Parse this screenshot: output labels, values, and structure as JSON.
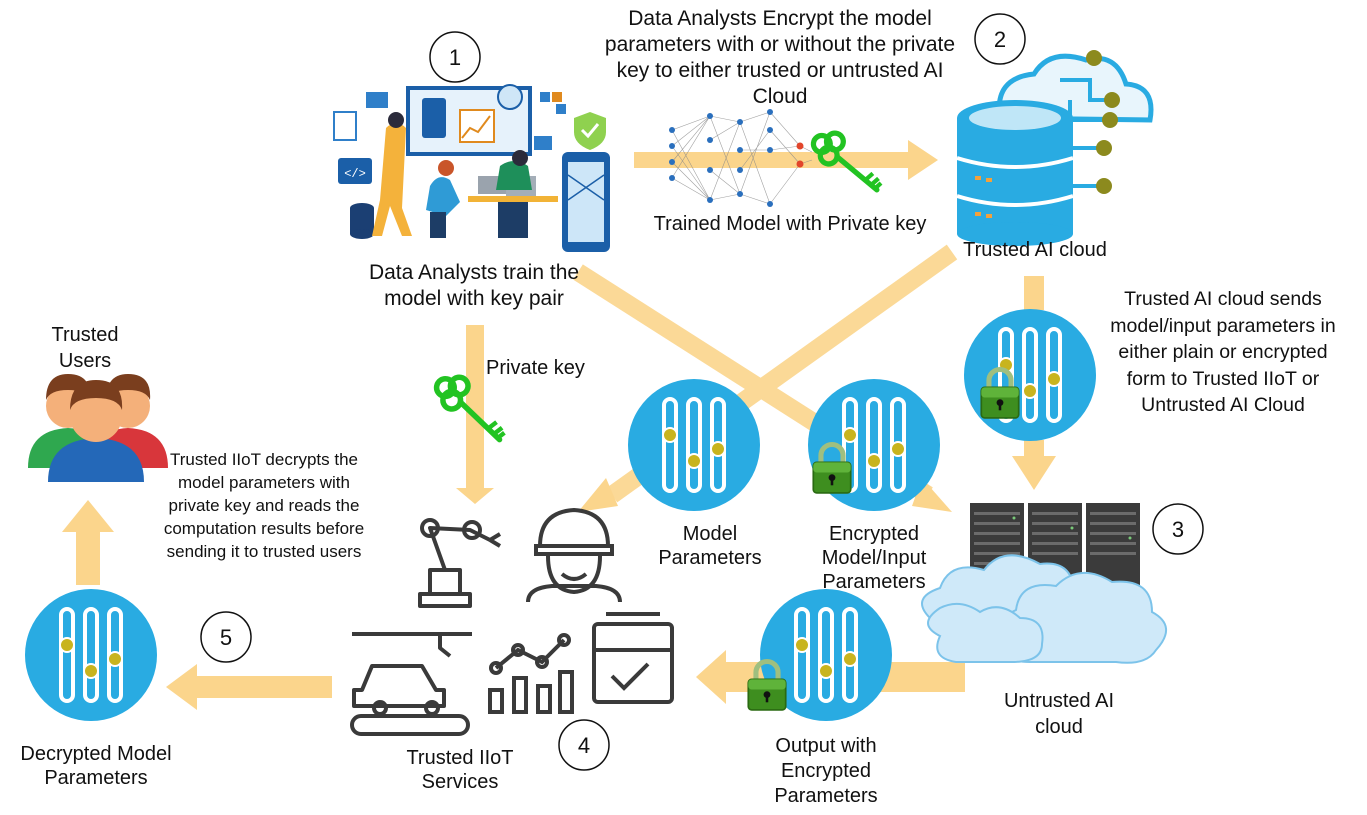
{
  "step_numbers": [
    "1",
    "2",
    "3",
    "4",
    "5"
  ],
  "labels": {
    "encrypt_note": "Data Analysts Encrypt the model parameters with or without the private key to either trusted or untrusted AI Cloud",
    "trained_model": "Trained Model with Private key",
    "trusted_cloud": "Trusted AI cloud",
    "analysts_train": "Data Analysts train the model with key pair",
    "trusted_users": "Trusted Users",
    "private_key": "Private key",
    "cloud_sends_note": "Trusted AI cloud sends model/input parameters in either plain or encrypted form to Trusted IIoT or Untrusted AI Cloud",
    "iiot_decrypts_note": "Trusted IIoT decrypts the model parameters with private key and reads the computation results before sending it to trusted users",
    "model_parameters": "Model Parameters",
    "encrypted_params": "Encrypted Model/Input Parameters",
    "untrusted_cloud": "Untrusted AI cloud",
    "decrypted_params": "Decrypted Model Parameters",
    "iiot_services": "Trusted IIoT Services",
    "output_encrypted": "Output with Encrypted Parameters"
  },
  "colors": {
    "arrow": "#fbd58c",
    "accent_blue": "#29abe2",
    "key_green": "#22c322",
    "lock_green": "#3e8e1f",
    "slider_knob": "#c8b41e",
    "icon_dark": "#3a3a3a"
  },
  "icons": [
    "slider-params-icon",
    "lock-icon",
    "key-icon",
    "cloud-database-icon",
    "server-rack-icon",
    "robot-arm-icon",
    "worker-icon",
    "car-assembly-icon",
    "chart-icon",
    "browser-check-icon",
    "users-icon",
    "neural-network-icon",
    "analysts-illustration"
  ]
}
